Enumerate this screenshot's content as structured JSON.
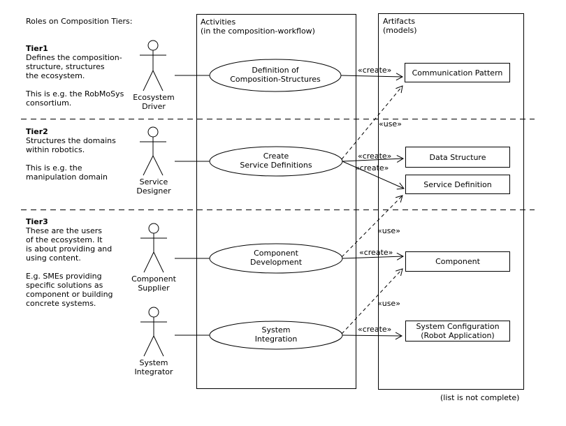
{
  "title": "Roles on Composition Tiers:",
  "footnote": "(list is not complete)",
  "columns": {
    "activities_title": "Activities",
    "activities_subtitle": "(in the composition-workflow)",
    "artifacts_title": "Artifacts",
    "artifacts_subtitle": "(models)"
  },
  "tiers": [
    {
      "name": "Tier1",
      "desc": "Defines the composition-\nstructure, structures\nthe ecosystem.\n\nThis is e.g. the RobMoSys\nconsortium."
    },
    {
      "name": "Tier2",
      "desc": "Structures the domains\nwithin robotics.\n\nThis is e.g. the\nmanipulation domain"
    },
    {
      "name": "Tier3",
      "desc": "These are the users\nof the ecosystem. It\nis about providing and\nusing content.\n\nE.g. SMEs providing\nspecific solutions as\ncomponent or building\nconcrete systems."
    }
  ],
  "actors": [
    {
      "label": "Ecosystem\nDriver"
    },
    {
      "label": "Service\nDesigner"
    },
    {
      "label": "Component\nSupplier"
    },
    {
      "label": "System\nIntegrator"
    }
  ],
  "activities": [
    {
      "label": "Definition of\nComposition-Structures"
    },
    {
      "label": "Create\nService Definitions"
    },
    {
      "label": "Component\nDevelopment"
    },
    {
      "label": "System\nIntegration"
    }
  ],
  "artifacts": [
    {
      "label": "Communication Pattern"
    },
    {
      "label": "Data Structure"
    },
    {
      "label": "Service Definition"
    },
    {
      "label": "Component"
    },
    {
      "label": "System Configuration\n(Robot Application)"
    }
  ],
  "stereotypes": {
    "create": "«create»",
    "use": "«use»"
  },
  "colors": {
    "ink": "#000000",
    "background": "#ffffff"
  }
}
